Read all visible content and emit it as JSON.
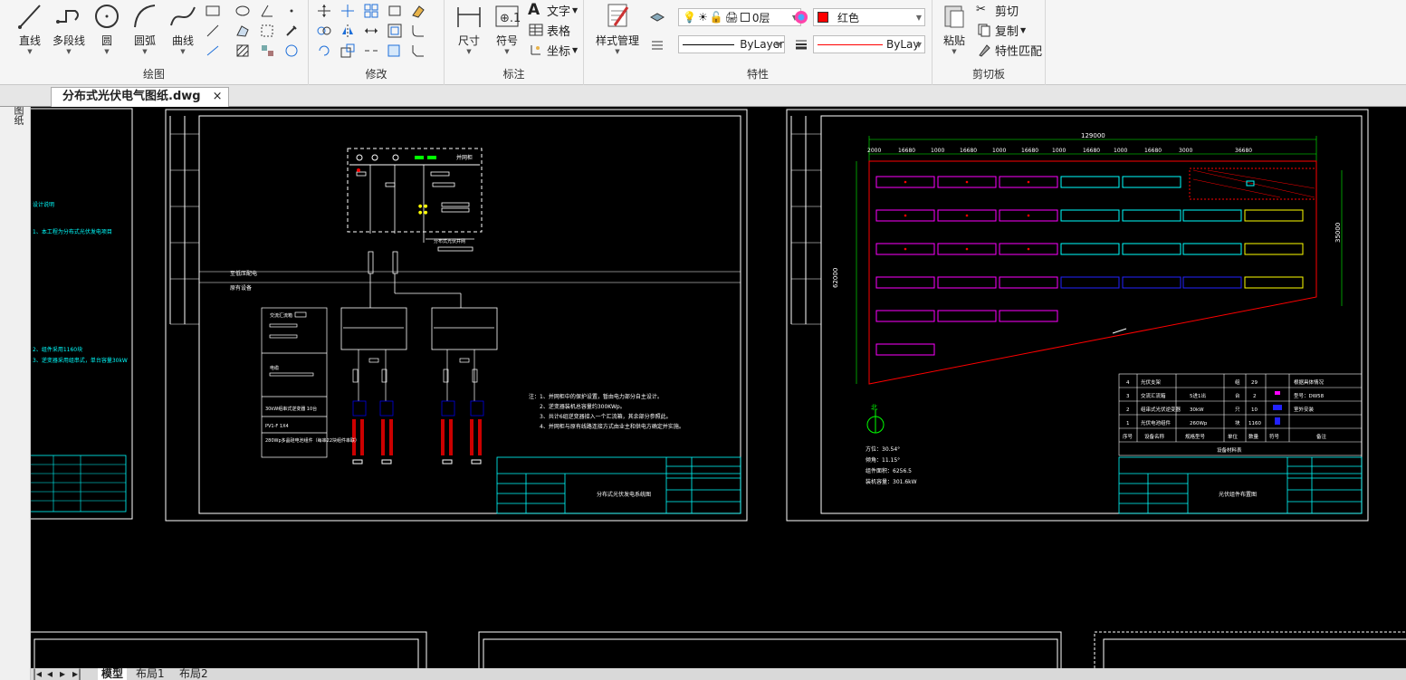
{
  "ribbon": {
    "draw": {
      "title": "绘图",
      "line": "直线",
      "polyline": "多段线",
      "circle": "圆",
      "arc": "圆弧",
      "spline": "曲线"
    },
    "modify": {
      "title": "修改"
    },
    "annotate": {
      "title": "标注",
      "dimension": "尺寸",
      "symbol": "符号",
      "text": "文字",
      "table": "表格",
      "coordinate": "坐标"
    },
    "properties": {
      "title": "特性",
      "style_manager": "样式管理",
      "layer": "0层",
      "color": "红色",
      "linetype": "ByLayer",
      "lineweight": "ByLay",
      "color_hex": "#ff0000"
    },
    "clipboard": {
      "title": "剪切板",
      "paste": "粘贴",
      "cut": "剪切",
      "copy": "复制",
      "match": "特性匹配"
    }
  },
  "tabs": {
    "document": "分布式光伏电气图纸.dwg",
    "close": "×"
  },
  "left_strip": {
    "label": "图纸"
  },
  "layouts": {
    "model": "模型",
    "layout1": "布局1",
    "layout2": "布局2"
  },
  "drawing": {
    "elec_title": "分布式光伏发电系统图",
    "notes_title": "注：1、并网柜中的保护设置，暂由电力部分自主设计。",
    "notes": [
      "2、逆变器装机总容量约300KWp。",
      "3、共计6组逆变器接入一个汇流箱，其余部分参照此。",
      "4、并网柜与原有线路连接方式由业主和供电方确定并实施。"
    ],
    "feeder1": "至低压配电",
    "feeder2": "原有设备",
    "grid_cabinet": "并网柜",
    "legend_items": [
      "交流汇流箱",
      "电缆",
      "30kW组串式逆变器 10台",
      "PV1-F 1X4",
      "280Wp多晶硅电池组件（每串22块组件串联）"
    ],
    "layout_dims_top": [
      "129000"
    ],
    "layout_dims": [
      "2000",
      "16680",
      "1000",
      "16680",
      "1000",
      "16680",
      "1000",
      "16680",
      "1000",
      "16680",
      "3000",
      "36680"
    ],
    "layout_left_dim": "62000",
    "layout_right_dim": "35000",
    "north": "北",
    "site_info": [
      "方位：30.54°",
      "倾角：11.15°",
      "组件面积：6256.5",
      "装机容量：301.6kW"
    ],
    "table_title": "设备材料表",
    "table_rows": [
      [
        "4",
        "光伏支架",
        "",
        "组",
        "29",
        "",
        "根据具体情况"
      ],
      [
        "3",
        "交流汇流箱",
        "5进1出",
        "台",
        "2",
        "",
        "型号：DW58"
      ],
      [
        "2",
        "组串式光伏逆变器",
        "30kW",
        "只",
        "10",
        "",
        "室外安装"
      ],
      [
        "1",
        "光伏电池组件",
        "260Wp",
        "块",
        "1160",
        "",
        ""
      ]
    ],
    "table_header": [
      "序号",
      "设备名称",
      "规格型号",
      "单位",
      "数量",
      "符号",
      "备注"
    ],
    "plan_title": "光伏组件布置图",
    "left_notes": [
      "设计说明",
      "1、本工程为分布式光伏发电项目",
      "2、组件采用1160块",
      "3、逆变器采用组串式，单台容量30kW"
    ]
  }
}
